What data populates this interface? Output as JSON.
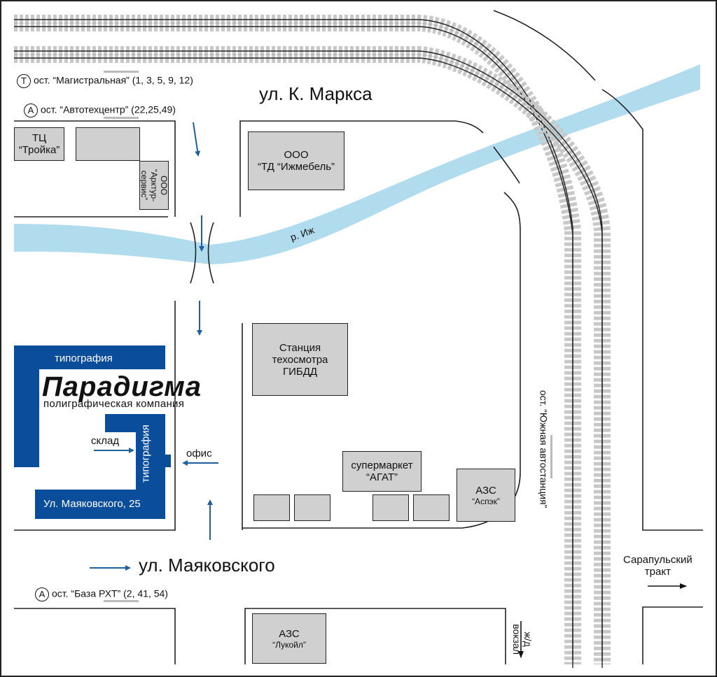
{
  "streets": {
    "marx": "ул. К. Маркса",
    "mayakovsky": "ул. Маяковского",
    "sarapul_line1": "Сарапульский",
    "sarapul_line2": "тракт"
  },
  "river": {
    "label": "р. Иж",
    "color": "#b0dcee"
  },
  "stops": {
    "magistralnaya": {
      "icon": "Т",
      "text": "ост. “Магистральная” (1, 3, 5, 9, 12)"
    },
    "avtotekhcentr": {
      "icon": "А",
      "text": "ост. “Автотехцентр” (22,25,49)"
    },
    "baza_rkht": {
      "icon": "А",
      "text": "ост. “База РХТ” (2, 41, 54)"
    },
    "yuzhnaya": {
      "text": "ост. “Южная автостанция”"
    }
  },
  "buildings": {
    "troyka_line1": "ТЦ",
    "troyka_line2": "“Тройка”",
    "arktur_line1": "ООО",
    "arktur_line2": "“Арктур-",
    "arktur_line3": "сервис”",
    "izhmebel_line1": "ООО",
    "izhmebel_line2": "“ТД “Ижмебель”",
    "gibdd_line1": "Станция",
    "gibdd_line2": "техосмотра",
    "gibdd_line3": "ГИБДД",
    "agat_line1": "супермаркет",
    "agat_line2": "“АГАТ”",
    "aspek_line1": "АЗС",
    "aspek_line2": "“Аспэк”",
    "lukoil_line1": "АЗС",
    "lukoil_line2": "“Лукойл”"
  },
  "company": {
    "typography_top": "типография",
    "logo": "Парадигма",
    "subtitle": "полиграфическая компания",
    "typography_side": "типография",
    "address": "Ул. Маяковского, 25",
    "warehouse": "склад",
    "office": "офис",
    "color": "#0a4e9b"
  },
  "station": {
    "line1": "ж/д",
    "line2": "вокзал"
  },
  "colors": {
    "arrow": "#1f5fa0",
    "building": "#d0d0d0",
    "rail": "#c8c8c8"
  }
}
